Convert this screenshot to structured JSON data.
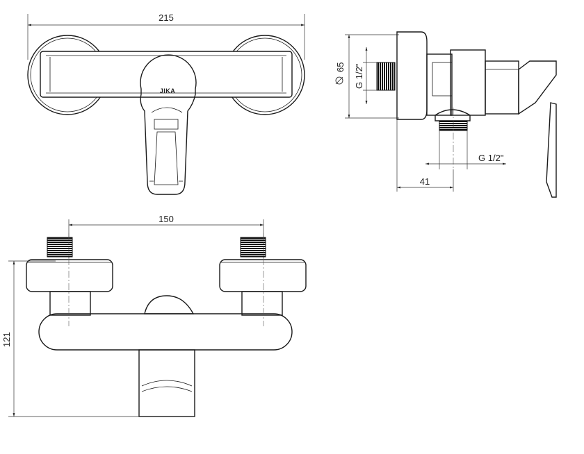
{
  "brand_logo": "JIKA",
  "front_view": {
    "width_dim": "215"
  },
  "side_view": {
    "diameter_dim": "65",
    "thread_upper": "G 1/2\"",
    "thread_lower": "G 1/2\"",
    "depth_dim": "41"
  },
  "top_view": {
    "spacing_dim": "150",
    "height_dim": "121"
  }
}
